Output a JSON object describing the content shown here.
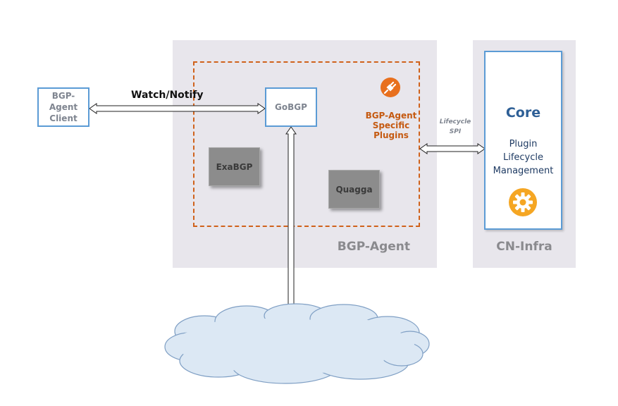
{
  "client": {
    "line1": "BGP-Agent",
    "line2": "Client"
  },
  "edge_label": "Watch/Notify",
  "gobgp": "GoBGP",
  "exabgp": "ExaBGP",
  "quagga": "Quagga",
  "plugins_label": {
    "line1": "BGP-Agent",
    "line2": "Specific",
    "line3": "Plugins"
  },
  "lifecycle_label": {
    "line1": "Lifecycle",
    "line2": "SPI"
  },
  "bgp_agent_panel": "BGP-Agent",
  "cn_infra_panel": "CN-Infra",
  "core": {
    "title": "Core",
    "line1": "Plugin",
    "line2": "Lifecycle",
    "line3": "Management"
  },
  "colors": {
    "panel": "#e8e6ec",
    "accent_orange": "#d0621b",
    "node_border": "#5b9bd5",
    "cloud_fill": "#dce8f4",
    "cloud_stroke": "#7f9fc4"
  },
  "icons": [
    "plug-icon",
    "gear-icon"
  ]
}
